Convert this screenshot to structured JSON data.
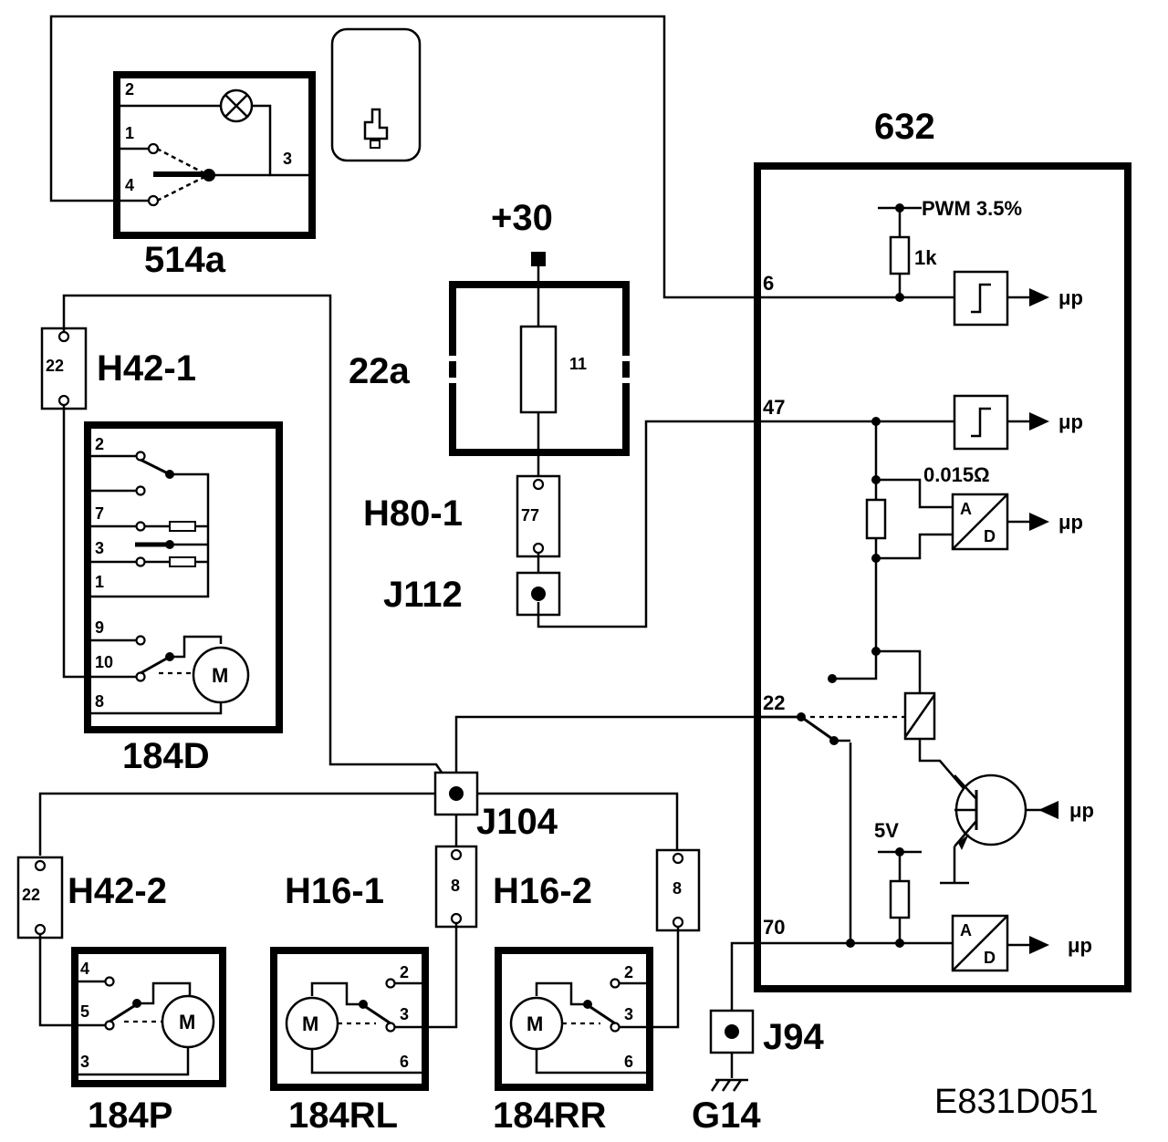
{
  "diagram_id": "E831D051",
  "components": {
    "c632": {
      "label": "632"
    },
    "c514a": {
      "label": "514a",
      "pins": [
        "2",
        "1",
        "4",
        "3"
      ]
    },
    "c184D": {
      "label": "184D",
      "pins": [
        "2",
        "7",
        "3",
        "1",
        "9",
        "10",
        "8"
      ],
      "motor": "M"
    },
    "c184P": {
      "label": "184P",
      "pins": [
        "4",
        "5",
        "3"
      ],
      "motor": "M"
    },
    "c184RL": {
      "label": "184RL",
      "pins": [
        "2",
        "3",
        "6"
      ],
      "motor": "M"
    },
    "c184RR": {
      "label": "184RR",
      "pins": [
        "2",
        "3",
        "6"
      ],
      "motor": "M"
    },
    "c22a": {
      "label": "22a",
      "fuse": "11"
    }
  },
  "supply": {
    "label": "+30"
  },
  "connectors": {
    "H42_1": {
      "label": "H42-1",
      "pin": "22"
    },
    "H42_2": {
      "label": "H42-2",
      "pin": "22"
    },
    "H80_1": {
      "label": "H80-1",
      "pin": "77"
    },
    "H16_1": {
      "label": "H16-1",
      "pin": "8"
    },
    "H16_2": {
      "label": "H16-2",
      "pin": "8"
    }
  },
  "junctions": {
    "J112": "J112",
    "J104": "J104",
    "J94": "J94"
  },
  "ground": "G14",
  "ecu": {
    "pins": {
      "p6": "6",
      "p47": "47",
      "p22": "22",
      "p70": "70"
    },
    "pwm": "PWM 3.5%",
    "resistor": "1k",
    "shunt": "0.015Ω",
    "supply_5v": "5V",
    "ad_a": "A",
    "ad_d": "D",
    "mu_p": "μp"
  }
}
